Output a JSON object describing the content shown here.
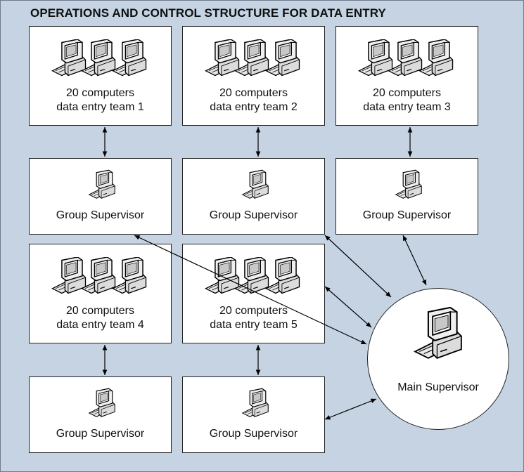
{
  "title": "OPERATIONS AND CONTROL STRUCTURE FOR DATA ENTRY",
  "teams": [
    {
      "line1": "20 computers",
      "line2": "data entry team 1"
    },
    {
      "line1": "20 computers",
      "line2": "data entry team 2"
    },
    {
      "line1": "20 computers",
      "line2": "data entry team 3"
    },
    {
      "line1": "20 computers",
      "line2": "data entry team 4"
    },
    {
      "line1": "20 computers",
      "line2": "data entry team 5"
    }
  ],
  "supervisors": [
    {
      "label": "Group Supervisor"
    },
    {
      "label": "Group Supervisor"
    },
    {
      "label": "Group Supervisor"
    },
    {
      "label": "Group Supervisor"
    },
    {
      "label": "Group Supervisor"
    }
  ],
  "main_supervisor": {
    "label": "Main Supervisor"
  },
  "colors": {
    "background": "#c5d3e3",
    "box": "#ffffff",
    "line": "#000000"
  },
  "icons": {
    "computer": "desktop-computer-icon",
    "cluster": "computer-cluster-icon"
  }
}
